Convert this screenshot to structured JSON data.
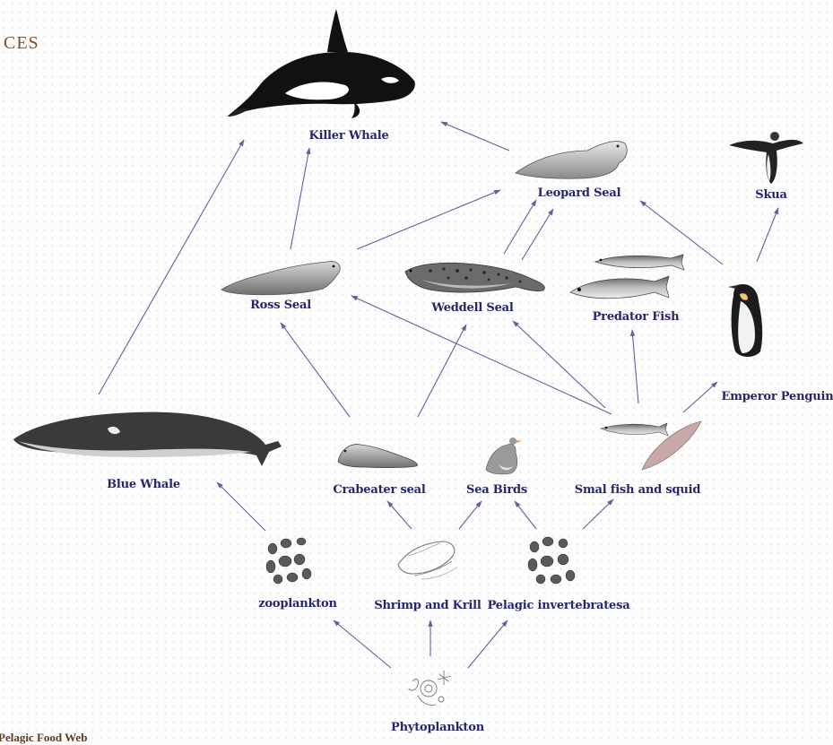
{
  "header": {
    "corner_text": "CES"
  },
  "footer": {
    "caption": "Pelagic Food Web"
  },
  "nodes": {
    "killer_whale": "Killer Whale",
    "leopard_seal": "Leopard Seal",
    "skua": "Skua",
    "ross_seal": "Ross Seal",
    "weddell_seal": "Weddell Seal",
    "predator_fish": "Predator Fish",
    "emperor_penguin": "Emperor Penguin",
    "blue_whale": "Blue Whale",
    "crabeater_seal": "Crabeater seal",
    "sea_birds": "Sea Birds",
    "small_fish_squid": "Smal fish and squid",
    "zooplankton": "zooplankton",
    "shrimp_krill": "Shrimp and Krill",
    "pelagic_invertebrates": "Pelagic invertebratesa",
    "phytoplankton": "Phytoplankton"
  },
  "links": [
    {
      "from": "phytoplankton",
      "to": "zooplankton"
    },
    {
      "from": "phytoplankton",
      "to": "shrimp_krill"
    },
    {
      "from": "phytoplankton",
      "to": "pelagic_invertebrates"
    },
    {
      "from": "zooplankton",
      "to": "blue_whale"
    },
    {
      "from": "shrimp_krill",
      "to": "crabeater_seal"
    },
    {
      "from": "shrimp_krill",
      "to": "sea_birds"
    },
    {
      "from": "pelagic_invertebrates",
      "to": "sea_birds"
    },
    {
      "from": "pelagic_invertebrates",
      "to": "small_fish_squid"
    },
    {
      "from": "blue_whale",
      "to": "killer_whale"
    },
    {
      "from": "crabeater_seal",
      "to": "ross_seal"
    },
    {
      "from": "crabeater_seal",
      "to": "weddell_seal"
    },
    {
      "from": "small_fish_squid",
      "to": "ross_seal"
    },
    {
      "from": "small_fish_squid",
      "to": "weddell_seal"
    },
    {
      "from": "small_fish_squid",
      "to": "predator_fish"
    },
    {
      "from": "small_fish_squid",
      "to": "emperor_penguin"
    },
    {
      "from": "ross_seal",
      "to": "killer_whale"
    },
    {
      "from": "ross_seal",
      "to": "leopard_seal"
    },
    {
      "from": "weddell_seal",
      "to": "leopard_seal"
    },
    {
      "from": "emperor_penguin",
      "to": "leopard_seal"
    },
    {
      "from": "emperor_penguin",
      "to": "skua"
    },
    {
      "from": "leopard_seal",
      "to": "killer_whale"
    }
  ],
  "colors": {
    "label": "#26256e",
    "arrow": "#5f62a0",
    "background": "#fcfcfc"
  }
}
